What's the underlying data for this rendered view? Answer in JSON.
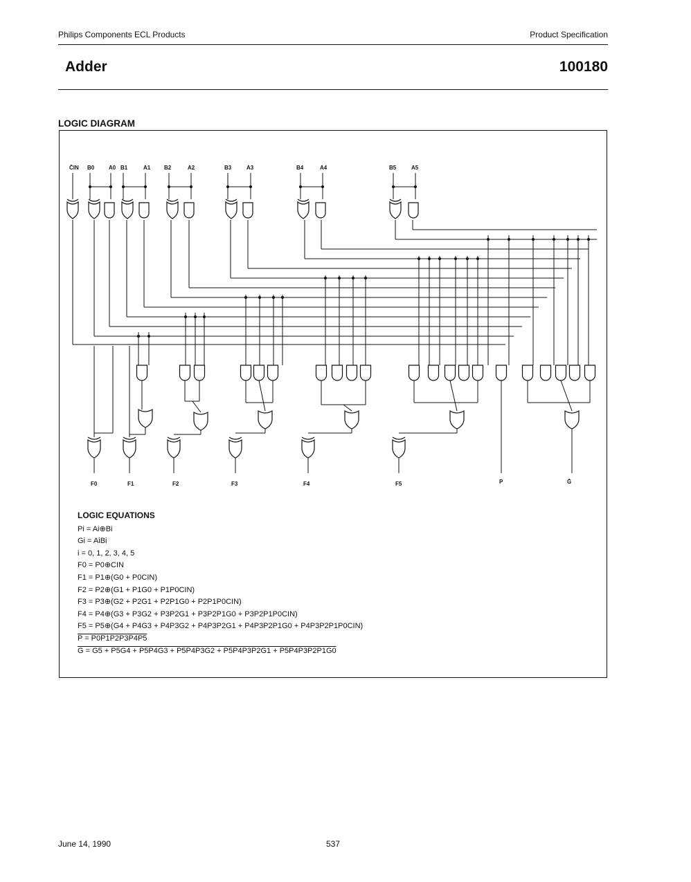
{
  "header": {
    "left": "Philips Components ECL Products",
    "right": "Product Specification",
    "title": "Adder",
    "part_number": "100180"
  },
  "section_title": "LOGIC DIAGRAM",
  "diagram": {
    "inputs": [
      "C̄IN",
      "B0",
      "A0",
      "B1",
      "A1",
      "B2",
      "A2",
      "B3",
      "A3",
      "B4",
      "A4",
      "B5",
      "A5"
    ],
    "outputs": [
      "F0",
      "F1",
      "F2",
      "F3",
      "F4",
      "F5",
      "P",
      "Ḡ"
    ]
  },
  "equations": {
    "heading": "LOGIC EQUATIONS",
    "lines": [
      "Pi = Ai⊕Bi",
      "Gi = AiBi",
      "i = 0, 1, 2, 3, 4, 5",
      "F0 = P0⊕CIN",
      "F1 = P1⊕(G0 + P0CIN)",
      "F2 = P2⊕(G1 + P1G0 + P1P0CIN)",
      "F3 = P3⊕(G2 + P2G1 + P2P1G0 + P2P1P0CIN)",
      "F4 = P4⊕(G3 + P3G2 + P3P2G1 + P3P2P1G0 + P3P2P1P0CIN)",
      "F5 = P5⊕(G4 + P4G3 + P4P3G2 + P4P3P2G1 + P4P3P2P1G0 + P4P3P2P1P0CIN)",
      "P = P0P1P2P3P4P5",
      "G = G5 + P5G4 + P5P4G3 + P5P4P3G2 + P5P4P3P2G1 + P5P4P3P2P1G0"
    ]
  },
  "footer": {
    "date": "June 14, 1990",
    "page": "537"
  }
}
